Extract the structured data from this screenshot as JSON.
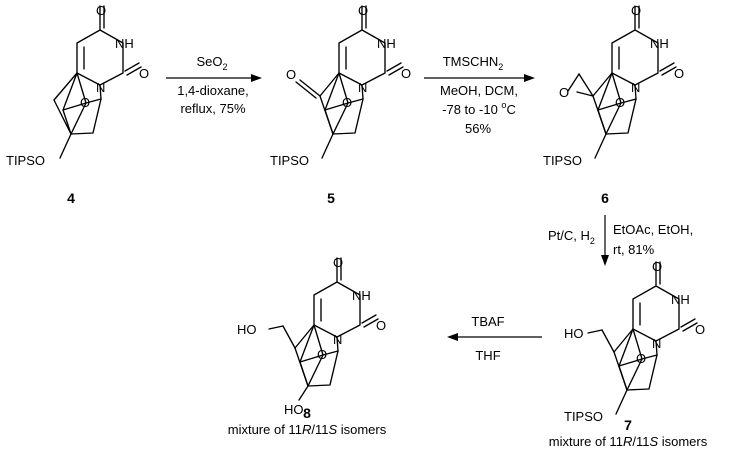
{
  "scheme": {
    "steps": [
      {
        "reagent": "SeO",
        "reagent_sub": "2",
        "cond1": "1,4-dioxane,",
        "cond2": "reflux, 75%"
      },
      {
        "reagent": "TMSCHN",
        "reagent_sub": "2",
        "cond1": "MeOH, DCM,",
        "cond2a": "-78 to -10 ",
        "cond2_sup": "o",
        "cond2b": "C",
        "cond3": "56%"
      },
      {
        "left1a": "Pt/C, H",
        "left1_sub": "2",
        "right1": "EtOAc, EtOH,",
        "right2": "rt, 81%"
      },
      {
        "reagent": "TBAF",
        "cond1": "THF"
      }
    ],
    "compounds": [
      {
        "id": "4",
        "labels": {
          "o_top": "O",
          "nh": "NH",
          "o_c2": "O",
          "n1": "N",
          "o_ring": "O",
          "tipso": "TIPSO"
        }
      },
      {
        "id": "5",
        "labels": {
          "o_top": "O",
          "nh": "NH",
          "o_c2": "O",
          "n1": "N",
          "o_ring": "O",
          "o_ketone": "O",
          "tipso": "TIPSO"
        }
      },
      {
        "id": "6",
        "labels": {
          "o_top": "O",
          "nh": "NH",
          "o_c2": "O",
          "n1": "N",
          "o_ring": "O",
          "o_epox": "O",
          "tipso": "TIPSO"
        }
      },
      {
        "id": "7",
        "labels": {
          "o_top": "O",
          "nh": "NH",
          "o_c2": "O",
          "n1": "N",
          "o_ring": "O",
          "ho": "HO",
          "tipso": "TIPSO"
        },
        "note": {
          "a": "mixture of 11",
          "b": "R",
          "c": "/11",
          "d": "S",
          "e": " isomers"
        }
      },
      {
        "id": "8",
        "labels": {
          "o_top": "O",
          "nh": "NH",
          "o_c2": "O",
          "n1": "N",
          "o_ring": "O",
          "ho": "HO",
          "ho2": "HO"
        },
        "note": {
          "a": "mixture of 11",
          "b": "R",
          "c": "/11",
          "d": "S",
          "e": " isomers"
        }
      }
    ]
  }
}
